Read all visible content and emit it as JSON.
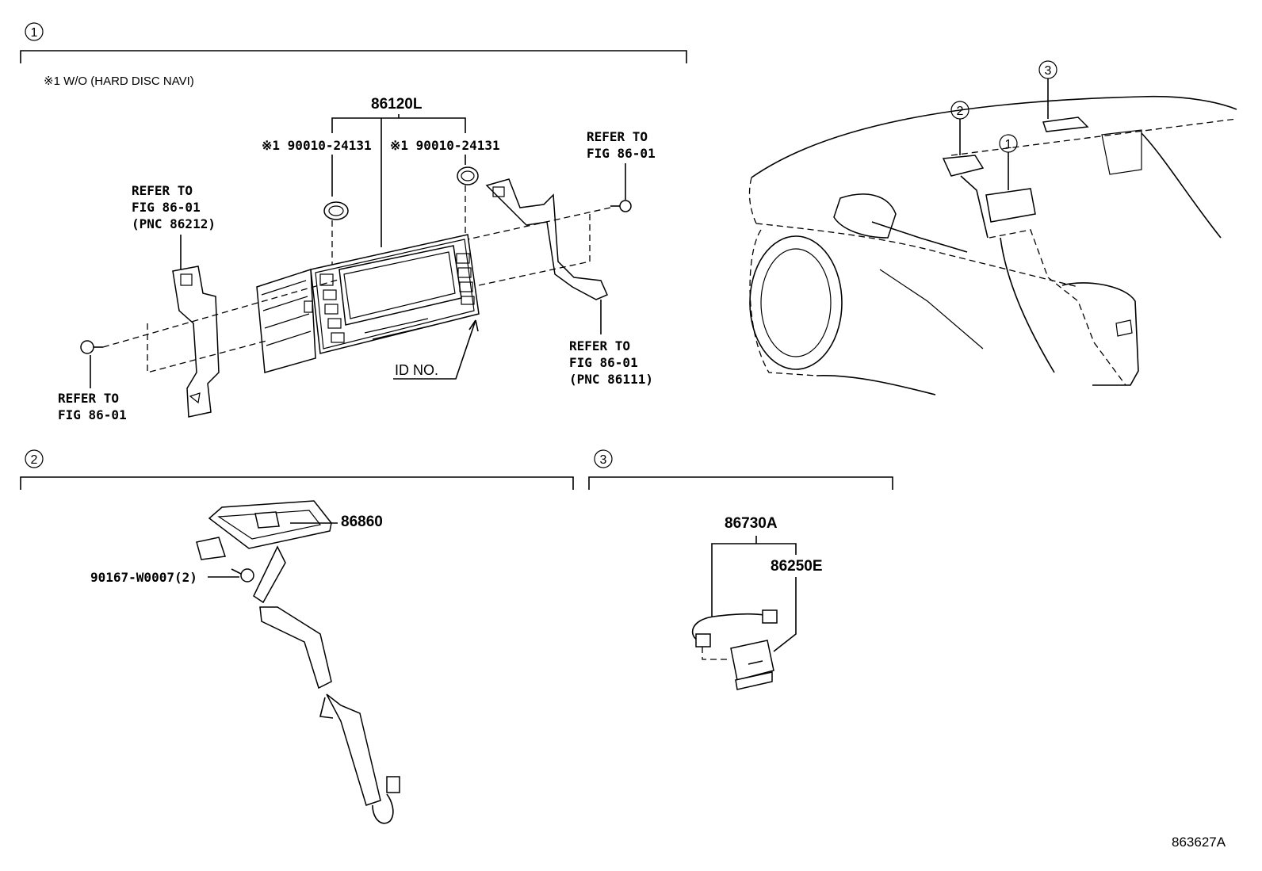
{
  "sections": {
    "s1": {
      "number": "1"
    },
    "s2": {
      "number": "2"
    },
    "s3": {
      "number": "3"
    }
  },
  "overview_markers": [
    "1",
    "2",
    "3"
  ],
  "notes": {
    "hard_disc": "※1 W/O (HARD DISC NAVI)"
  },
  "parts": {
    "p86120L": "86120L",
    "p90010_left": "※1 90010-24131",
    "p90010_right": "※1 90010-24131",
    "p86860": "86860",
    "p90167": "90167-W0007(2)",
    "p86730A": "86730A",
    "p86250E": "86250E"
  },
  "refs": {
    "left_bracket": [
      "REFER TO",
      "FIG 86-01",
      "(PNC 86212)"
    ],
    "left_bolt": [
      "REFER TO",
      "FIG 86-01"
    ],
    "right_bolt": [
      "REFER TO",
      "FIG 86-01"
    ],
    "right_bracket": [
      "REFER TO",
      "FIG 86-01",
      "(PNC 86111)"
    ]
  },
  "id_label": "ID NO.",
  "figure_code": "863627A"
}
